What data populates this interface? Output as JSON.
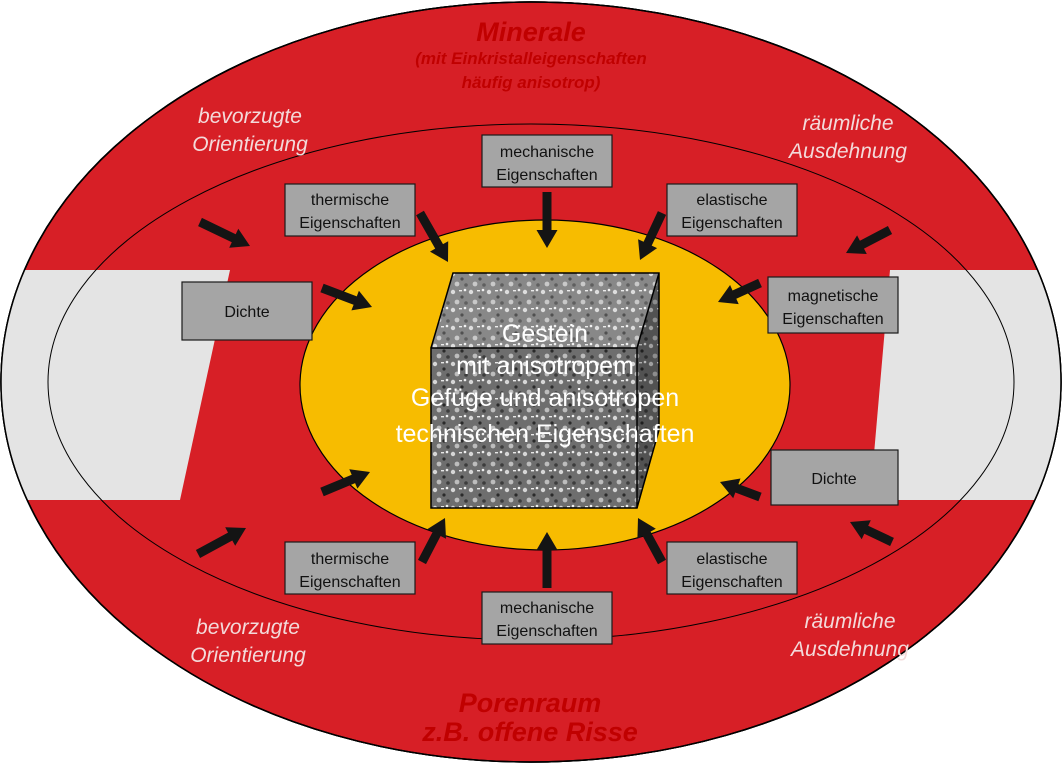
{
  "outer_ring": {
    "top_title": "Minerale",
    "top_sub_1": "(mit Einkristalleigenschaften",
    "top_sub_2": "häufig anisotrop)",
    "bottom_title": "Porenraum",
    "bottom_sub": "z.B. offene Risse",
    "top_left_1": "bevorzugte",
    "top_left_2": "Orientierung",
    "top_right_1": "räumliche",
    "top_right_2": "Ausdehnung",
    "bottom_left_1": "bevorzugte",
    "bottom_left_2": "Orientierung",
    "bottom_right_1": "räumliche",
    "bottom_right_2": "Ausdehnung"
  },
  "boxes": {
    "top_mechanical": [
      "mechanische",
      "Eigenschaften"
    ],
    "top_thermal": [
      "thermische",
      "Eigenschaften"
    ],
    "top_elastic": [
      "elastische",
      "Eigenschaften"
    ],
    "left_density": [
      "Dichte"
    ],
    "right_magnetic": [
      "magnetische",
      "Eigenschaften"
    ],
    "right_density": [
      "Dichte"
    ],
    "bottom_thermal": [
      "thermische",
      "Eigenschaften"
    ],
    "bottom_elastic": [
      "elastische",
      "Eigenschaften"
    ],
    "bottom_mechanical": [
      "mechanische",
      "Eigenschaften"
    ]
  },
  "center": {
    "line1": "Gestein",
    "line2": "mit anisotropem",
    "line3": "Gefüge und anisotropen",
    "line4": "technischen Eigenschaften"
  },
  "colors": {
    "outer_red": "#d71f26",
    "outer_gray": "#e4e4e4",
    "inner_yellow": "#f7bc00",
    "box_gray": "#a5a5a5"
  }
}
